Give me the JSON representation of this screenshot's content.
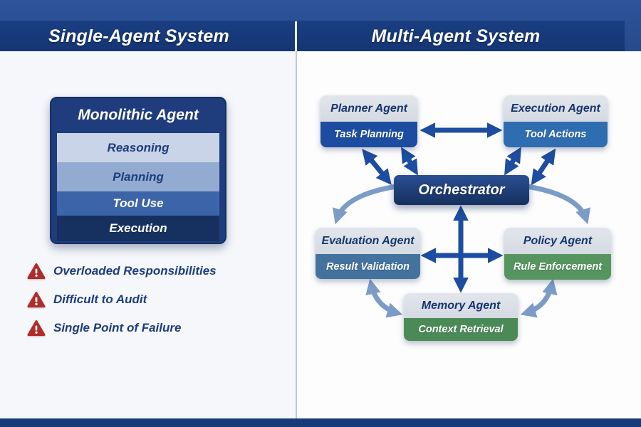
{
  "header": {
    "left_title": "Single-Agent System",
    "right_title": "Multi-Agent System"
  },
  "left_panel": {
    "monolith": {
      "title": "Monolithic Agent",
      "layers": [
        {
          "label": "Reasoning"
        },
        {
          "label": "Planning"
        },
        {
          "label": "Tool Use"
        },
        {
          "label": "Execution"
        }
      ]
    },
    "warnings": [
      {
        "icon": "warning-triangle-icon",
        "label": "Overloaded Responsibilities"
      },
      {
        "icon": "warning-triangle-icon",
        "label": "Difficult to Audit"
      },
      {
        "icon": "warning-triangle-icon",
        "label": "Single Point of Failure"
      }
    ]
  },
  "right_panel": {
    "planner": {
      "title": "Planner Agent",
      "subtitle": "Task Planning"
    },
    "execution": {
      "title": "Execution Agent",
      "subtitle": "Tool Actions"
    },
    "orchestrator": {
      "title": "Orchestrator"
    },
    "evaluation": {
      "title": "Evaluation Agent",
      "subtitle": "Result Validation"
    },
    "policy": {
      "title": "Policy Agent",
      "subtitle": "Rule Enforcement"
    },
    "memory": {
      "title": "Memory Agent",
      "subtitle": "Context Retrieval"
    }
  },
  "colors": {
    "header_navy": "#173a7a",
    "header_strip": "#2b4f93",
    "accent_blue": "#1c4da0",
    "steel_blue": "#44729f",
    "green": "#579560",
    "warning_red": "#b12b2b",
    "curve_arrow_blue": "#7b9cc7"
  }
}
